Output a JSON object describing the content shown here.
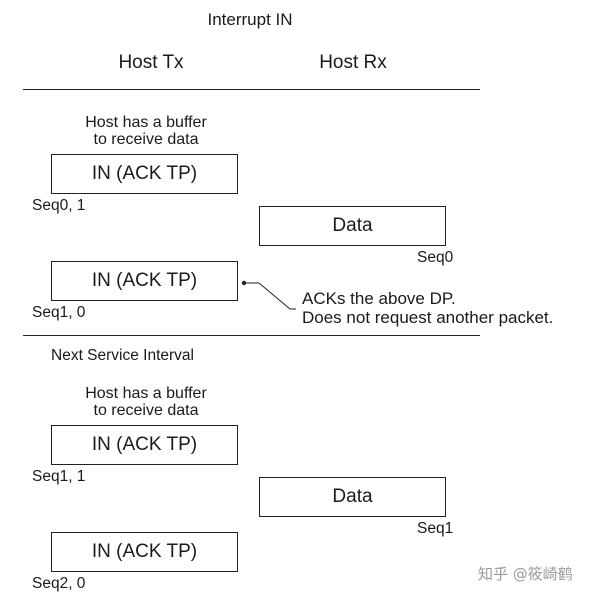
{
  "header": {
    "title": "Interrupt IN",
    "col_tx": "Host Tx",
    "col_rx": "Host Rx"
  },
  "interval1": {
    "buffer_note": [
      "Host has a buffer",
      "to receive data"
    ],
    "in_packet_1": "IN (ACK TP)",
    "seq_label_1": "Seq0, 1",
    "data_packet": "Data",
    "data_seq": "Seq0",
    "in_packet_2": "IN (ACK TP)",
    "seq_label_2": "Seq1, 0",
    "callout": [
      "ACKs the above DP.",
      "Does not request another packet."
    ]
  },
  "interval2": {
    "section_label": "Next Service Interval",
    "buffer_note": [
      "Host has a buffer",
      "to receive data"
    ],
    "in_packet_1": "IN (ACK TP)",
    "seq_label_1": "Seq1, 1",
    "data_packet": "Data",
    "data_seq": "Seq1",
    "in_packet_2": "IN (ACK TP)",
    "seq_label_2": "Seq2, 0"
  },
  "watermark": "知乎 @筱崎鹤"
}
